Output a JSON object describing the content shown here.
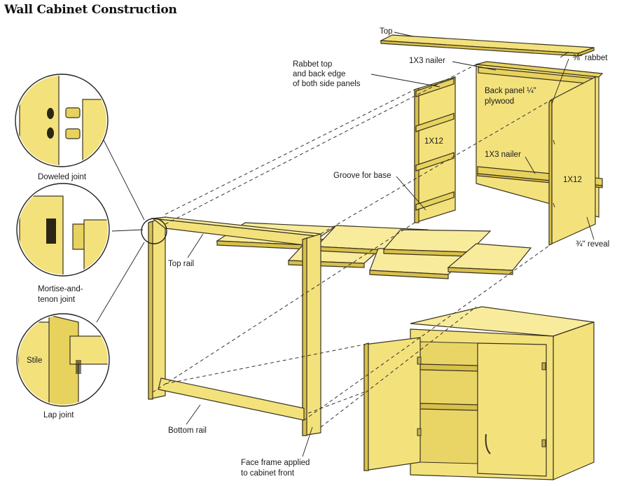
{
  "title": "Wall Cabinet Construction",
  "labels": {
    "top": "Top",
    "rabbet": "⅜\" rabbet",
    "nailer_top": "1X3 nailer",
    "rabbet_note_1": "Rabbet top",
    "rabbet_note_2": "and back edge",
    "rabbet_note_3": "of both side panels",
    "back_panel_1": "Back panel ¼\"",
    "back_panel_2": "plywood",
    "side_1x12": "1X12",
    "nailer_bottom": "1X3 nailer",
    "groove": "Groove for base",
    "right_1x12": "1X12",
    "reveal": "¾\" reveal",
    "top_rail": "Top rail",
    "bottom_rail": "Bottom rail",
    "face_frame_1": "Face frame applied",
    "face_frame_2": "to cabinet front",
    "doweled": "Doweled joint",
    "mortise_1": "Mortise-and-",
    "mortise_2": "tenon joint",
    "stile": "Stile",
    "lap": "Lap joint"
  }
}
